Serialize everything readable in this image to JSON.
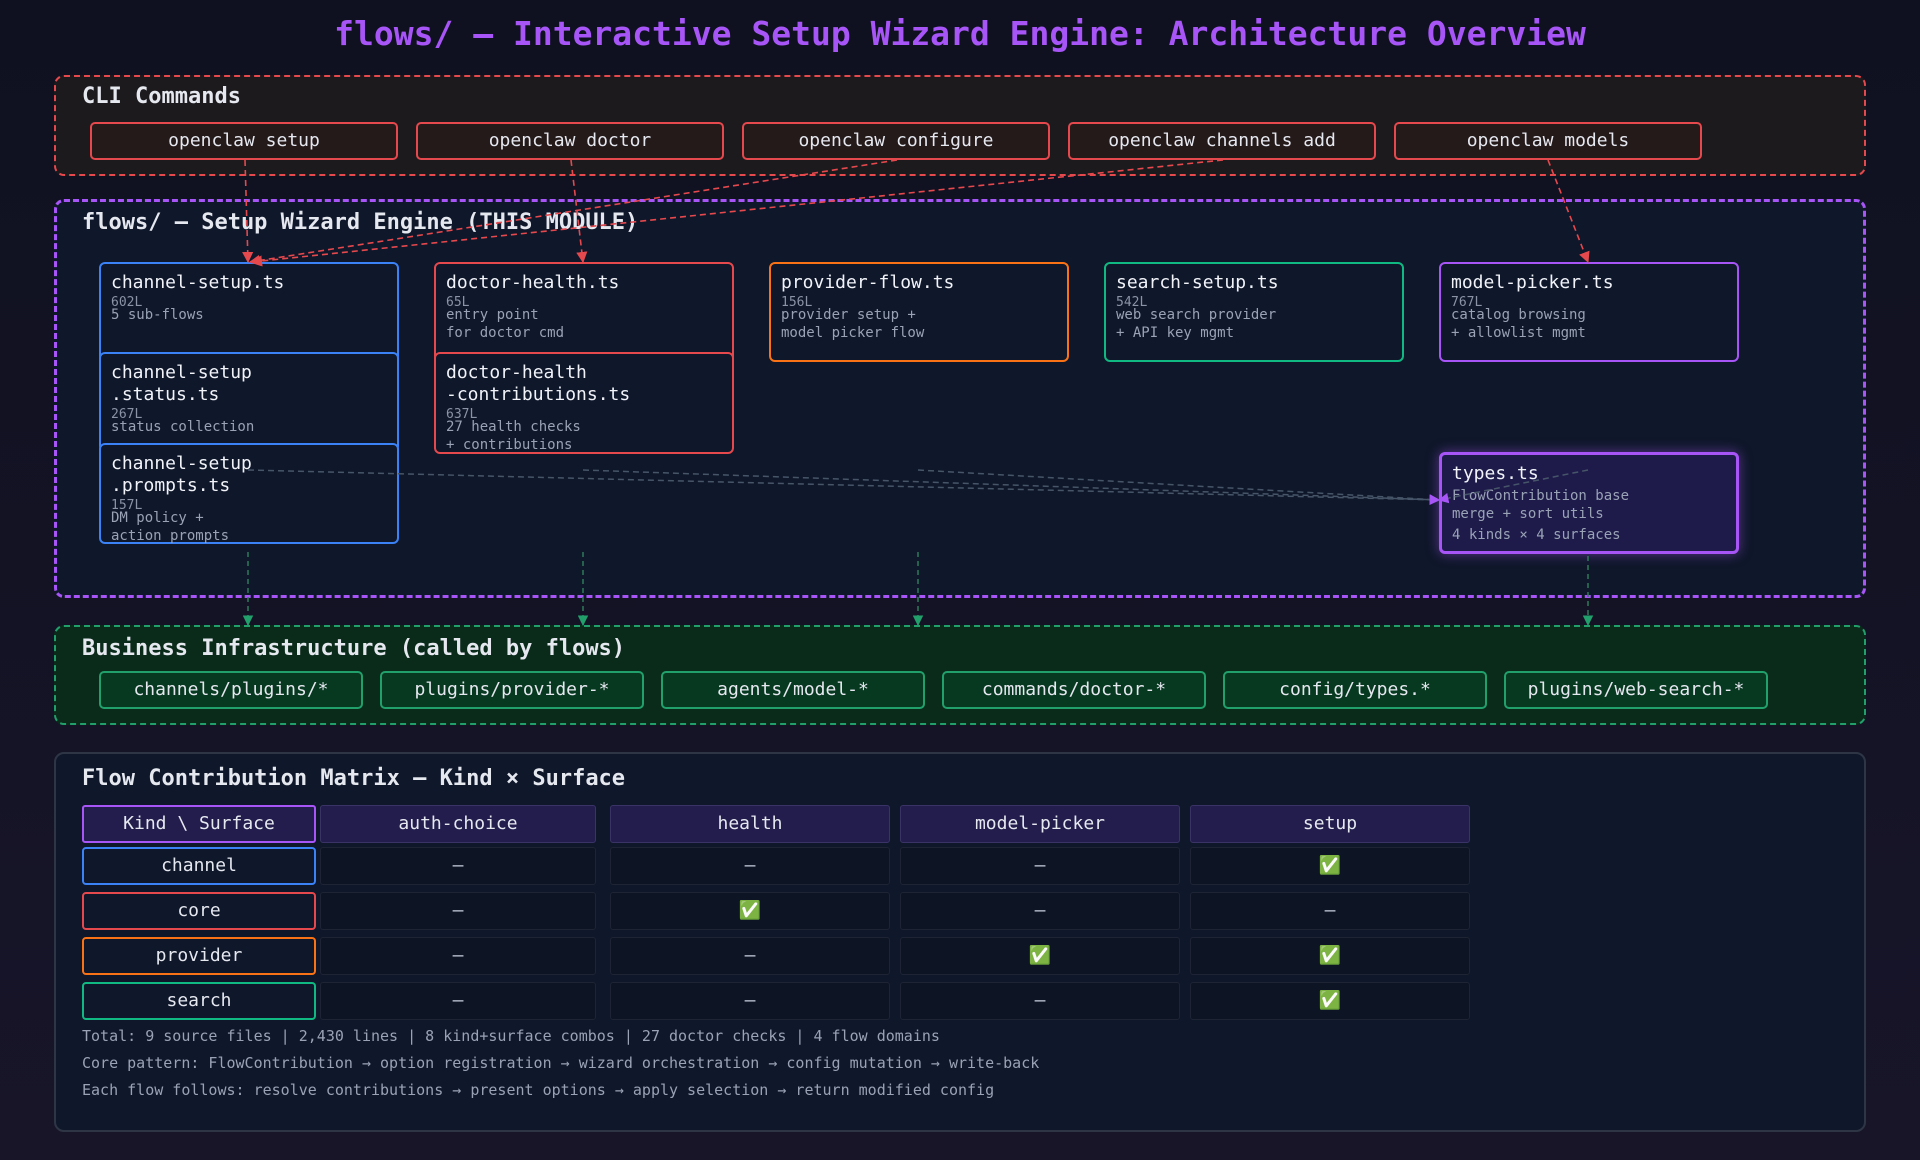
{
  "title": "flows/ — Interactive Setup Wizard Engine: Architecture Overview",
  "cli": {
    "label": "CLI Commands",
    "commands": [
      "openclaw setup",
      "openclaw doctor",
      "openclaw configure",
      "openclaw channels add",
      "openclaw models"
    ]
  },
  "flows": {
    "label": "flows/ — Setup Wizard Engine (THIS MODULE)",
    "modules": {
      "channel_setup": {
        "name": "channel-setup.ts",
        "lines": "602L",
        "desc": "5 sub-flows"
      },
      "channel_status": {
        "name": "channel-setup\n.status.ts",
        "lines": "267L",
        "desc": "status collection"
      },
      "channel_prompts": {
        "name": "channel-setup\n.prompts.ts",
        "lines": "157L",
        "desc": "DM policy +\naction prompts"
      },
      "doctor_health": {
        "name": "doctor-health.ts",
        "lines": "65L",
        "desc": "entry point\nfor doctor cmd"
      },
      "doctor_contrib": {
        "name": "doctor-health\n-contributions.ts",
        "lines": "637L",
        "desc": "27 health checks\n+ contributions"
      },
      "provider_flow": {
        "name": "provider-flow.ts",
        "lines": "156L",
        "desc": "provider setup +\nmodel picker flow"
      },
      "search_setup": {
        "name": "search-setup.ts",
        "lines": "542L",
        "desc": "web search provider\n+ API key mgmt"
      },
      "model_picker": {
        "name": "model-picker.ts",
        "lines": "767L",
        "desc": "catalog browsing\n+ allowlist mgmt"
      },
      "types": {
        "name": "types.ts",
        "desc1": "FlowContribution base",
        "desc2": "merge + sort utils",
        "desc3": "4 kinds × 4 surfaces"
      }
    }
  },
  "business": {
    "label": "Business Infrastructure (called by flows)",
    "items": [
      "channels/plugins/*",
      "plugins/provider-*",
      "agents/model-*",
      "commands/doctor-*",
      "config/types.*",
      "plugins/web-search-*"
    ]
  },
  "matrix": {
    "label": "Flow Contribution Matrix — Kind × Surface",
    "corner": "Kind \\ Surface",
    "columns": [
      "auth-choice",
      "health",
      "model-picker",
      "setup"
    ],
    "rows": [
      {
        "kind": "channel",
        "color": "#3b82f6",
        "cells": [
          "–",
          "–",
          "–",
          "✅"
        ]
      },
      {
        "kind": "core",
        "color": "#e5484d",
        "cells": [
          "–",
          "✅",
          "–",
          "–"
        ]
      },
      {
        "kind": "provider",
        "color": "#f97316",
        "cells": [
          "–",
          "–",
          "✅",
          "✅"
        ]
      },
      {
        "kind": "search",
        "color": "#10b981",
        "cells": [
          "–",
          "–",
          "–",
          "✅"
        ]
      }
    ]
  },
  "footer": [
    "Total: 9 source files | 2,430 lines | 8 kind+surface combos | 27 doctor checks | 4 flow domains",
    "Core pattern: FlowContribution → option registration → wizard orchestration → config mutation → write-back",
    "Each flow follows: resolve contributions → present options → apply selection → return modified config"
  ],
  "colors": {
    "channel": "#3b82f6",
    "doctor": "#e5484d",
    "provider": "#f97316",
    "search": "#10b981",
    "model": "#a855f7"
  }
}
